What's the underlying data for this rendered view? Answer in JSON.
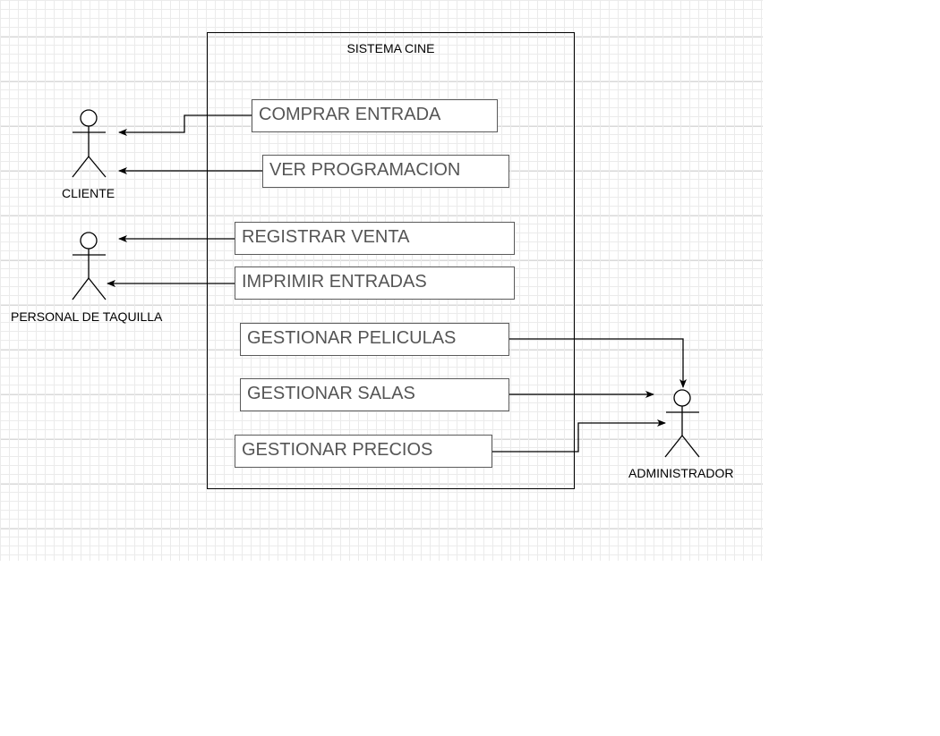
{
  "diagram": {
    "system": {
      "title": "SISTEMA CINE"
    },
    "use_cases": [
      {
        "id": "comprar",
        "label": "COMPRAR ENTRADA"
      },
      {
        "id": "ver",
        "label": "VER PROGRAMACION"
      },
      {
        "id": "registrar",
        "label": "REGISTRAR VENTA"
      },
      {
        "id": "imprimir",
        "label": "IMPRIMIR ENTRADAS"
      },
      {
        "id": "peliculas",
        "label": "GESTIONAR PELICULAS"
      },
      {
        "id": "salas",
        "label": "GESTIONAR SALAS"
      },
      {
        "id": "precios",
        "label": "GESTIONAR PRECIOS"
      }
    ],
    "actors": [
      {
        "id": "cliente",
        "label": "CLIENTE"
      },
      {
        "id": "taquilla",
        "label": "PERSONAL DE TAQUILLA"
      },
      {
        "id": "admin",
        "label": "ADMINISTRADOR"
      }
    ],
    "connections": [
      {
        "from": "comprar",
        "to": "cliente"
      },
      {
        "from": "ver",
        "to": "cliente"
      },
      {
        "from": "registrar",
        "to": "taquilla"
      },
      {
        "from": "imprimir",
        "to": "taquilla"
      },
      {
        "from": "peliculas",
        "to": "admin"
      },
      {
        "from": "salas",
        "to": "admin"
      },
      {
        "from": "precios",
        "to": "admin"
      }
    ]
  }
}
